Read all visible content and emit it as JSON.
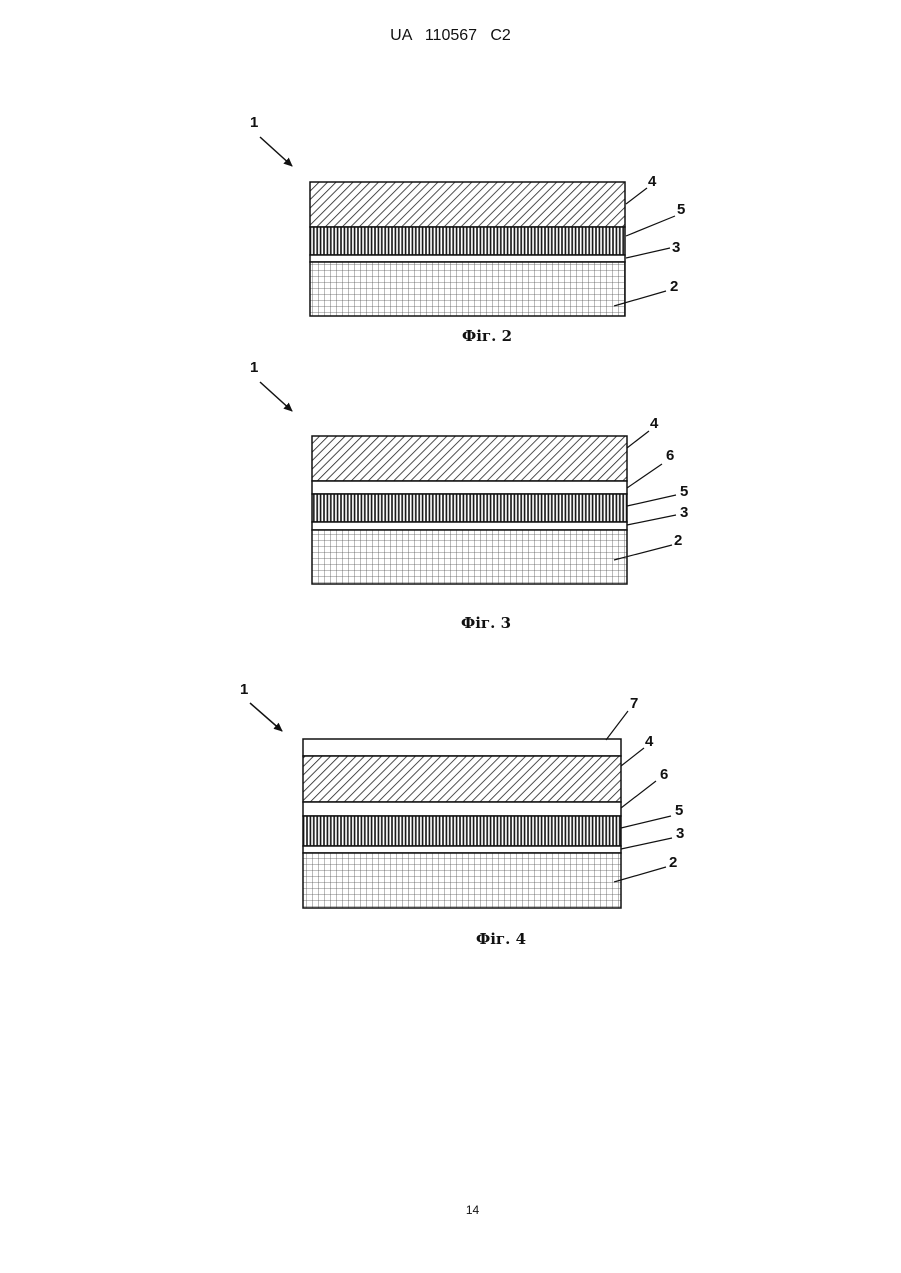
{
  "header": {
    "text": "UA   110567   C2"
  },
  "page_number": "14",
  "figures": [
    {
      "caption": "Фіг. 2",
      "device_label": "1",
      "layers": [
        "4",
        "5",
        "3",
        "2"
      ]
    },
    {
      "caption": "Фіг. 3",
      "device_label": "1",
      "layers": [
        "4",
        "6",
        "5",
        "3",
        "2"
      ]
    },
    {
      "caption": "Фіг. 4",
      "device_label": "1",
      "layers": [
        "7",
        "4",
        "6",
        "5",
        "3",
        "2"
      ]
    }
  ]
}
